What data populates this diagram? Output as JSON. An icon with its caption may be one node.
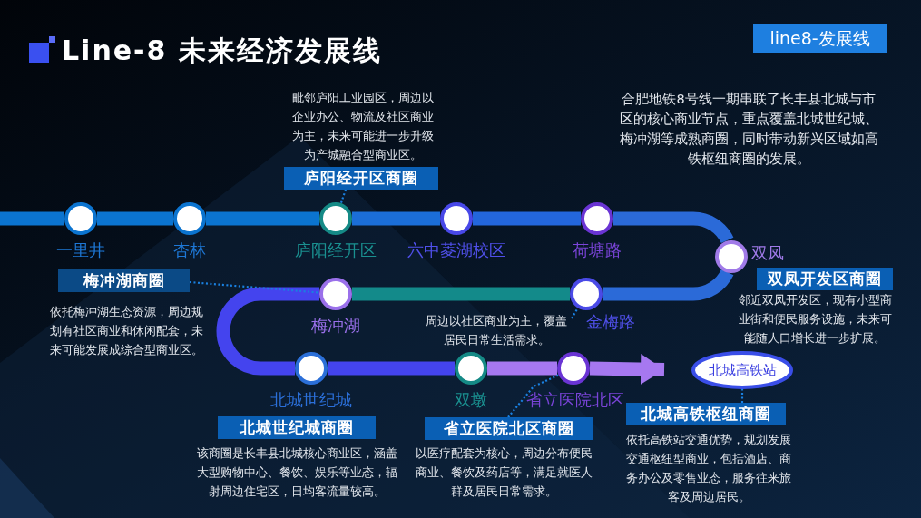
{
  "diagram": {
    "title": "Line-8 未来经济发展线",
    "nodes": [
      {
        "text": [
          "一里井"
        ]
      },
      {
        "text": [
          "杏林"
        ]
      },
      {
        "text": [
          "庐阳经开区"
        ]
      },
      {
        "text": [
          "六中菱湖校区"
        ]
      },
      {
        "text": [
          "荷塘路"
        ]
      },
      {
        "text": [
          "双凤"
        ]
      },
      {
        "text": [
          "金梅路"
        ]
      },
      {
        "text": [
          "梅冲湖"
        ]
      },
      {
        "text": [
          "北城世纪城"
        ]
      },
      {
        "text": [
          "双墩"
        ]
      },
      {
        "text": [
          "省立医院北区"
        ]
      },
      {
        "text": [
          "北城高铁站"
        ]
      },
      {
        "text": [
          "庐阳经开区商圈"
        ],
        "beside": [
          "毗邻庐阳工业园区，周边以企业办公、物流及社区商业为主，未来可能进一步升级为产城融合型商业区。"
        ]
      },
      {
        "text": [
          "梅冲湖商圈"
        ],
        "beside": [
          "依托梅冲湖生态资源，周边规划有社区商业和休闲配套，未来可能发展成综合型商业区。"
        ]
      },
      {
        "text": [
          "周边以社区商业为主，覆盖居民日常生活需求。"
        ]
      },
      {
        "text": [
          "双凤开发区商圈"
        ],
        "beside": [
          "邻近双凤开发区，现有小型商业街和便民服务设施，未来可能随人口增长进一步扩展。"
        ]
      },
      {
        "text": [
          "北城世纪城商圈"
        ],
        "beside": [
          "该商圈是长丰县北城核心商业区，涵盖大型购物中心、餐饮、娱乐等业态，辐射周边住宅区，日均客流量较高。"
        ]
      },
      {
        "text": [
          "省立医院北区商圈"
        ],
        "beside": [
          "以医疗配套为核心，周边分布便民商业、餐饮及药店等，满足就医人群及居民日常需求。"
        ]
      },
      {
        "text": [
          "北城高铁枢纽商圈"
        ],
        "beside": [
          "依托高铁站交通优势，规划发展交通枢纽型商业，包括酒店、商务办公及零售业态，服务往来旅客及周边居民。"
        ]
      }
    ],
    "edges": [
      {
        "from": null,
        "to": 0,
        "arrow": "none",
        "color": "#0b74d0"
      },
      {
        "from": 0,
        "to": 1,
        "arrow": "none",
        "color": "#0b74d0"
      },
      {
        "from": 1,
        "to": 2,
        "arrow": "none",
        "color": "#0b74d0"
      },
      {
        "from": 2,
        "to": 3,
        "arrow": "none",
        "color": "#1b6ed8"
      },
      {
        "from": 3,
        "to": 4,
        "arrow": "none",
        "color": "#2366dc"
      },
      {
        "from": 4,
        "to": 5,
        "arrow": "none",
        "color": "#2b6ad8"
      },
      {
        "from": 5,
        "to": 6,
        "arrow": "none",
        "color": "#2b6ad8"
      },
      {
        "from": 6,
        "to": 7,
        "arrow": "none",
        "color": "#138a8a"
      },
      {
        "from": 7,
        "to": 8,
        "arrow": "none",
        "color": "#4444ee"
      },
      {
        "from": 8,
        "to": 9,
        "arrow": "none",
        "color": "#4444ee"
      },
      {
        "from": 9,
        "to": 10,
        "arrow": "none",
        "color": "#a678f0"
      },
      {
        "from": 10,
        "to": 11,
        "arrow": "to",
        "color": "#a678f0"
      },
      {
        "from": 12,
        "to": 2,
        "arrow": "none",
        "style": "dashed",
        "color": "#1a80e0"
      },
      {
        "from": 13,
        "to": 7,
        "arrow": "none",
        "style": "dashed",
        "color": "#1a80e0"
      },
      {
        "from": 14,
        "to": 6,
        "arrow": "none",
        "style": "dashed",
        "color": "#1a80e0"
      },
      {
        "from": 17,
        "to": 10,
        "arrow": "none",
        "style": "dashed",
        "color": "#1a80e0"
      },
      {
        "from": 18,
        "to": 11,
        "arrow": "none",
        "style": "dashed",
        "color": "#1a80e0"
      }
    ],
    "labels": [
      "line8-发展线",
      "合肥地铁8号线一期串联了长丰县北城与市区的核心商业节点，重点覆盖北城世纪城、梅冲湖等成熟商圈，同时带动新兴区域如高铁枢纽商圈的发展。"
    ]
  }
}
